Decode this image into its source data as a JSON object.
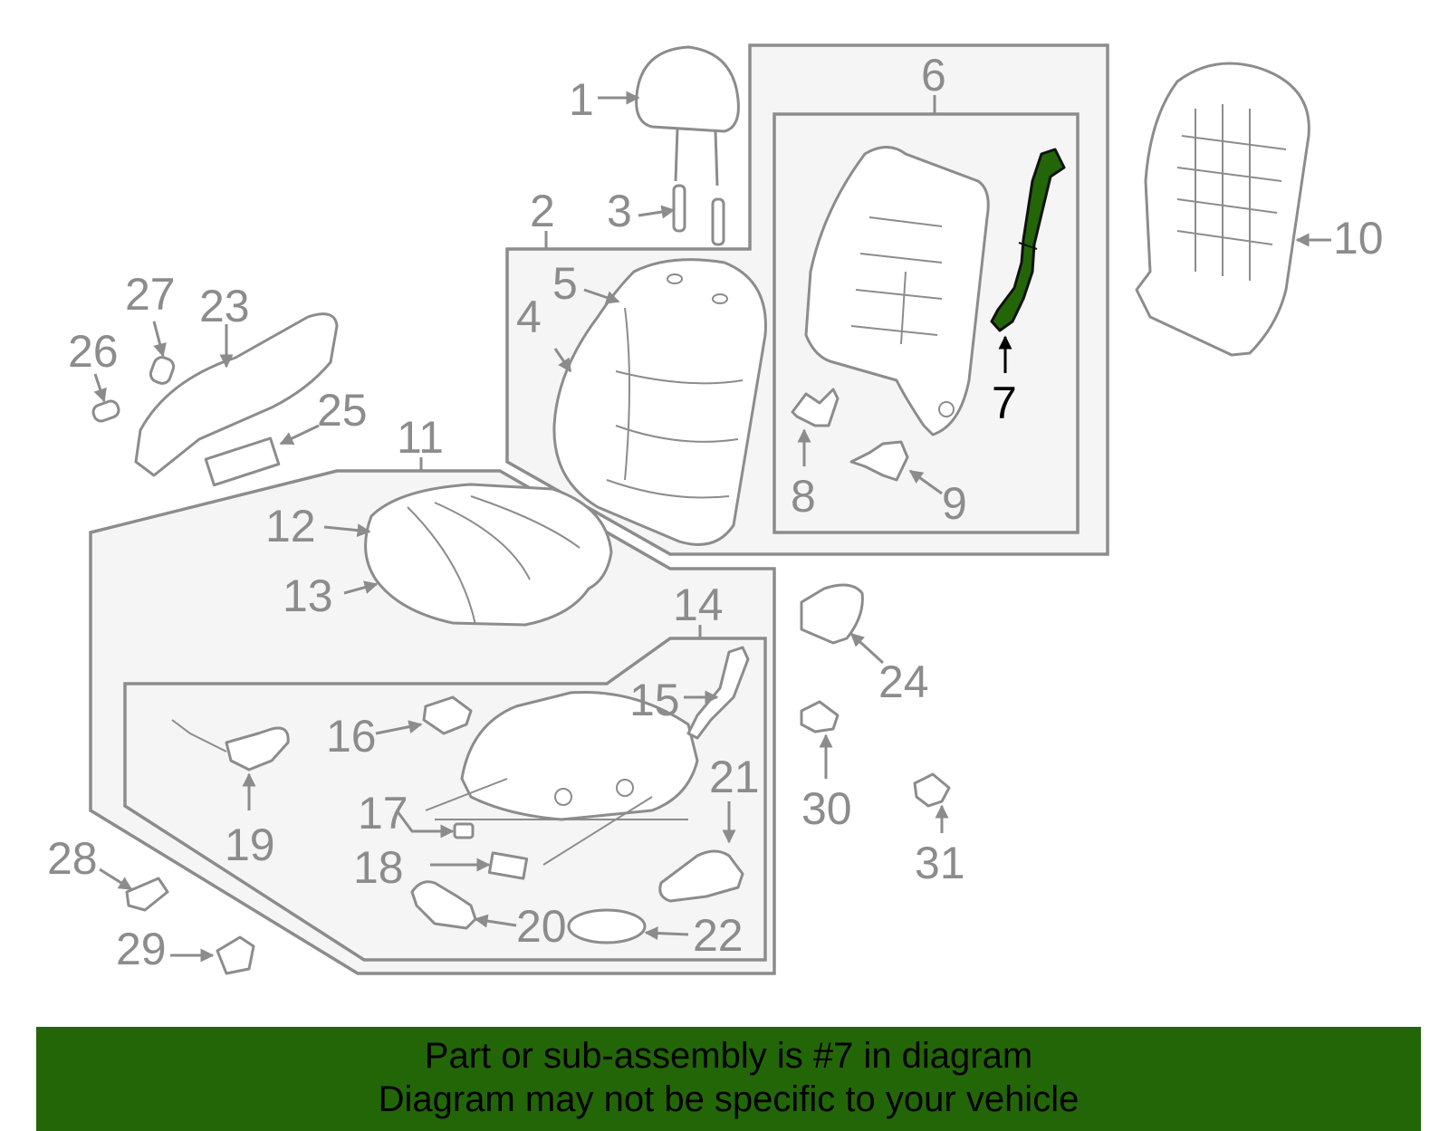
{
  "diagram": {
    "highlight_color": "#236608",
    "line_color": "#8c8c8c",
    "callouts": {
      "c1": "1",
      "c2": "2",
      "c3": "3",
      "c4": "4",
      "c5": "5",
      "c6": "6",
      "c7": "7",
      "c8": "8",
      "c9": "9",
      "c10": "10",
      "c11": "11",
      "c12": "12",
      "c13": "13",
      "c14": "14",
      "c15": "15",
      "c16": "16",
      "c17": "17",
      "c18": "18",
      "c19": "19",
      "c20": "20",
      "c21": "21",
      "c22": "22",
      "c23": "23",
      "c24": "24",
      "c25": "25",
      "c26": "26",
      "c27": "27",
      "c28": "28",
      "c29": "29",
      "c30": "30",
      "c31": "31"
    },
    "highlighted_part": "7"
  },
  "banner": {
    "line1": "Part or sub-assembly is #7 in diagram",
    "line2": "Diagram may not be specific to your vehicle",
    "background": "#236608"
  }
}
